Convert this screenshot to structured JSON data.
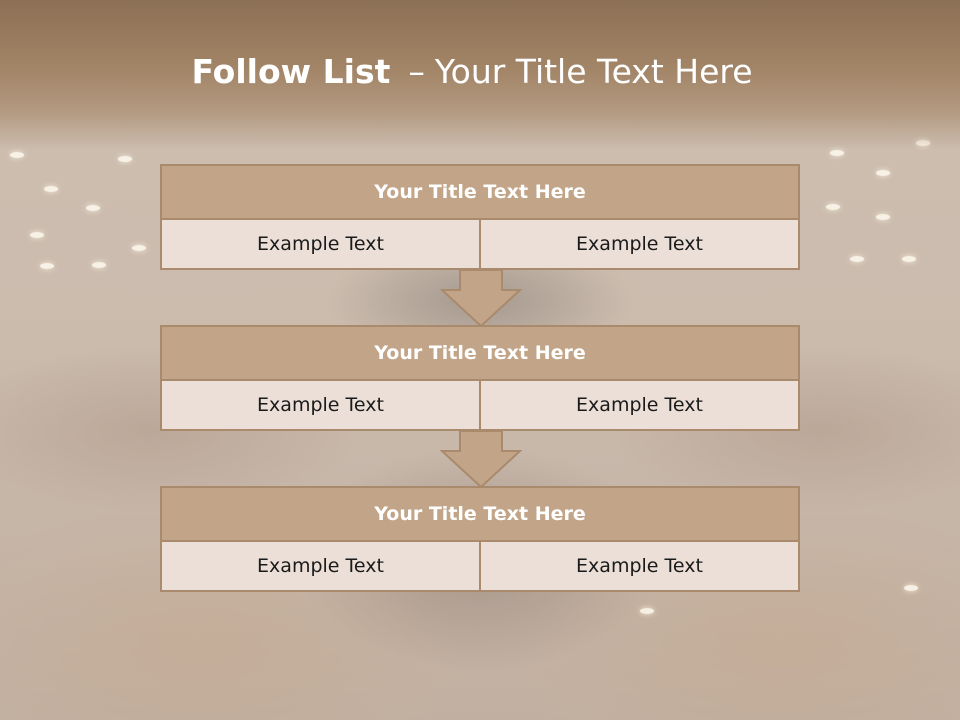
{
  "slide": {
    "title_bold": "Follow List",
    "title_separator": "–",
    "title_rest": "Your Title Text Here"
  },
  "blocks": [
    {
      "title": "Your Title Text Here",
      "left_text": "Example Text",
      "right_text": "Example Text"
    },
    {
      "title": "Your Title Text Here",
      "left_text": "Example Text",
      "right_text": "Example Text"
    },
    {
      "title": "Your Title Text Here",
      "left_text": "Example Text",
      "right_text": "Example Text"
    }
  ],
  "colors": {
    "header": "#8c7055",
    "block_header": "#c2a588",
    "block_border": "#a98a6c",
    "cell": "#ebdfd8",
    "arrow_fill": "#c2a588"
  }
}
